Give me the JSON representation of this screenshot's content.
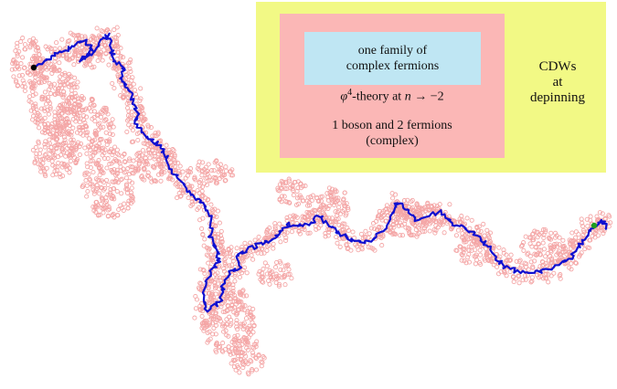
{
  "outer_box": {
    "color": "#f2f985",
    "lines": [
      "CDWs",
      "at",
      "depinning"
    ]
  },
  "middle_box": {
    "color": "#fbb7b6",
    "phi_symbol": "φ",
    "phi_power": "4",
    "phi_text": "-theory at ",
    "phi_var": "n",
    "phi_arrow": " → −2",
    "boson_lines": [
      "1 boson and 2 fermions",
      "(complex)"
    ]
  },
  "inner_box": {
    "color": "#bfe6f3",
    "lines": [
      "one family of",
      "complex fermions"
    ]
  },
  "walk_colors": {
    "cluster": "#f4a6a6",
    "path": "#1010d0",
    "start": "#000000",
    "end": "#1f9a1f"
  }
}
